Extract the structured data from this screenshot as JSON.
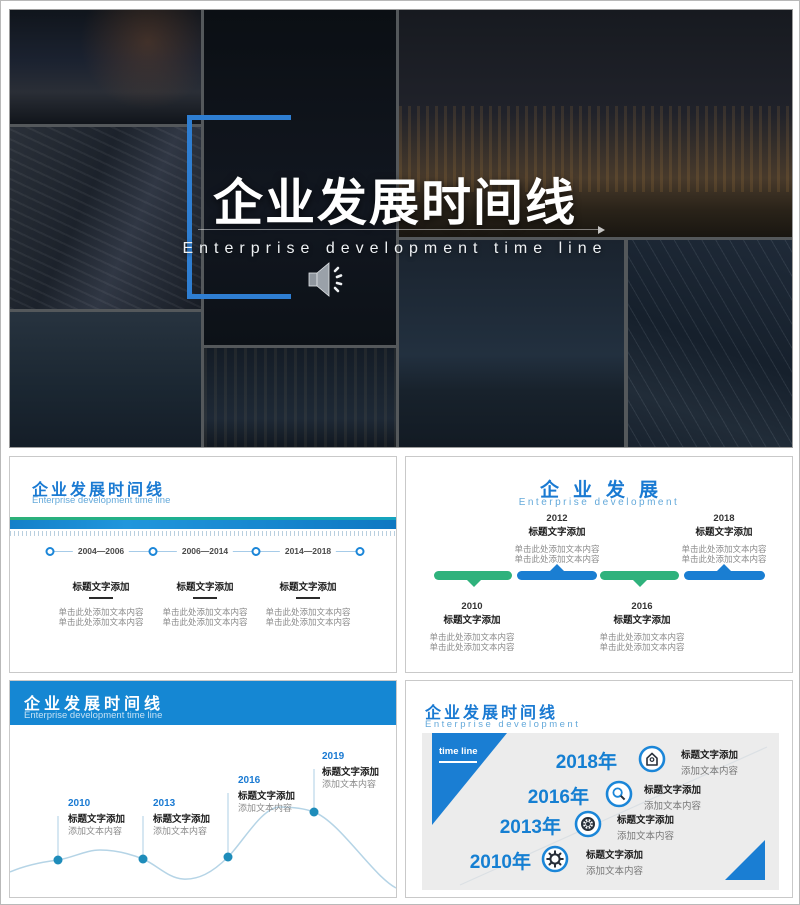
{
  "colors": {
    "accent_blue": "#1a7ad2",
    "header_band_blue": "#1587d3",
    "bracket_blue": "#2e7ed2",
    "green": "#2fb27c",
    "bar_blue": "#1a7ed2",
    "teal_dot": "#1e8cba",
    "subtitle_blue": "#64a9da",
    "panel_gray": "#ececec"
  },
  "cover": {
    "title": "企业发展时间线",
    "subtitle": "Enterprise development time line",
    "audio_icon": "speaker-icon"
  },
  "slide2": {
    "title": "企业发展时间线",
    "subtitle": "Enterprise development time line",
    "heading": "标题文字添加",
    "body_line": "单击此处添加文本内容",
    "periods": [
      {
        "range": "2004—2006"
      },
      {
        "range": "2006—2014"
      },
      {
        "range": "2014—2018"
      }
    ]
  },
  "slide3": {
    "title": "企业发展",
    "subtitle": "Enterprise development",
    "heading": "标题文字添加",
    "body_line": "单击此处添加文本内容",
    "items_top": [
      {
        "year": "2012"
      },
      {
        "year": "2018"
      }
    ],
    "items_bottom": [
      {
        "year": "2010"
      },
      {
        "year": "2016"
      }
    ]
  },
  "slide4": {
    "title": "企业发展时间线",
    "subtitle": "Enterprise development time line",
    "heading": "标题文字添加",
    "body_line": "添加文本内容",
    "milestones": [
      {
        "year": "2010"
      },
      {
        "year": "2013"
      },
      {
        "year": "2016"
      },
      {
        "year": "2019"
      }
    ]
  },
  "slide5": {
    "title": "企业发展时间线",
    "subtitle": "Enterprise development",
    "tag": "time line",
    "heading": "标题文字添加",
    "body_line": "添加文本内容",
    "items": [
      {
        "year": "2018年",
        "icon": "home-icon"
      },
      {
        "year": "2016年",
        "icon": "magnifier-icon"
      },
      {
        "year": "2013年",
        "icon": "wheel-icon"
      },
      {
        "year": "2010年",
        "icon": "gear-icon"
      }
    ]
  }
}
